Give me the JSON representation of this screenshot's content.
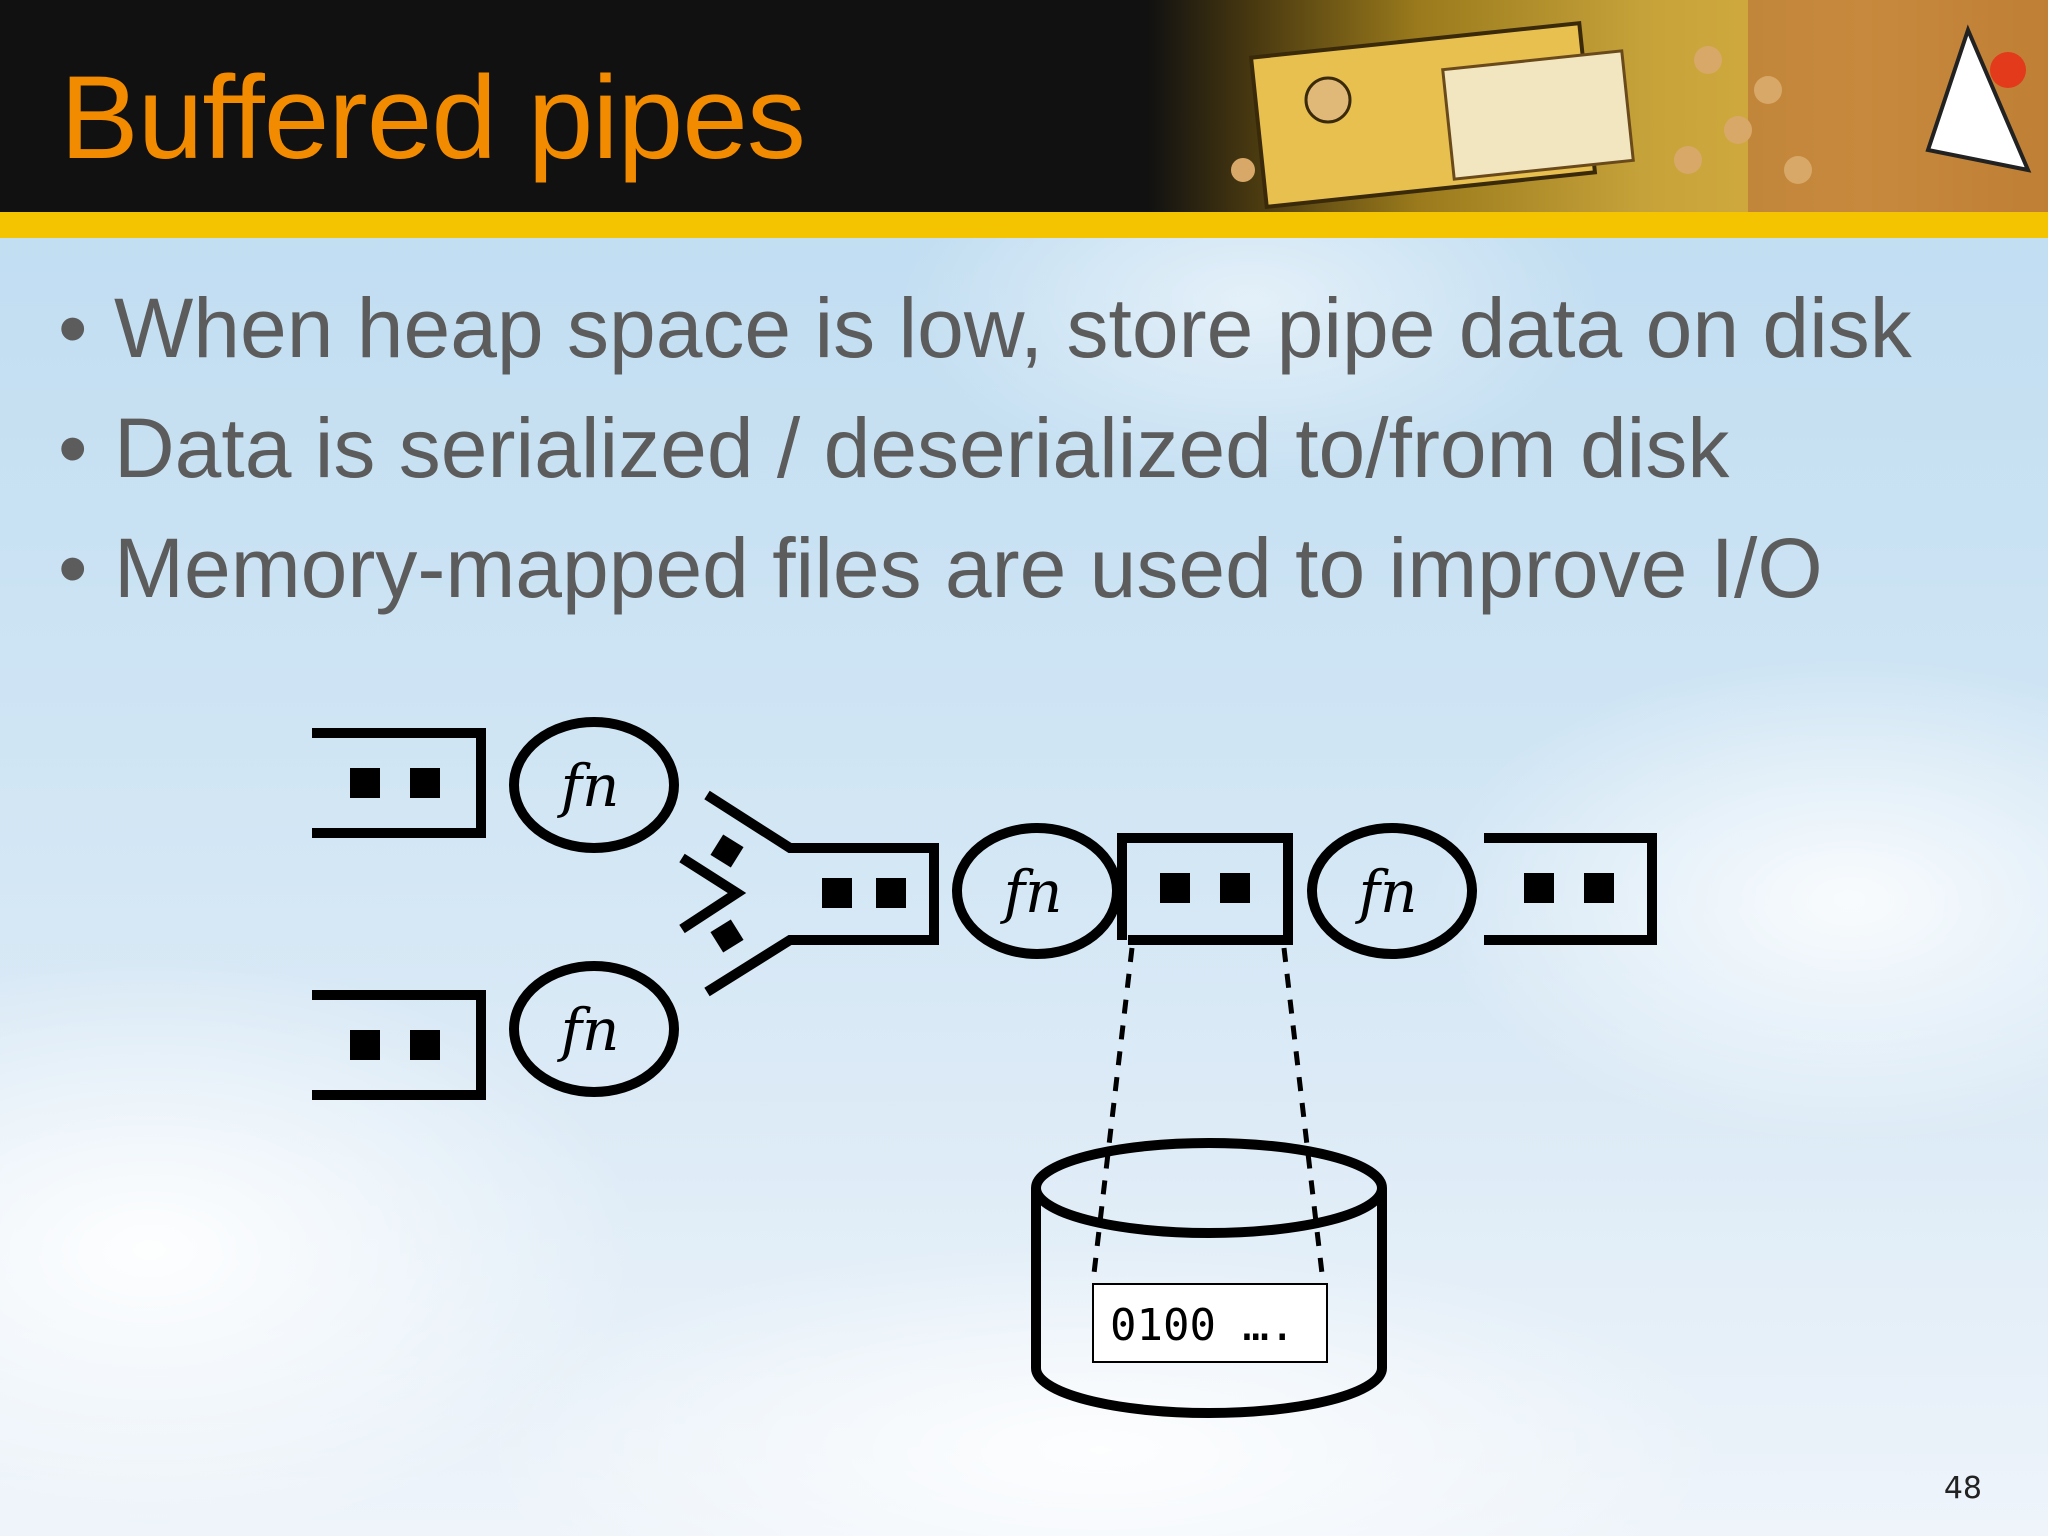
{
  "slide": {
    "title": "Buffered pipes",
    "page_number": "48"
  },
  "bullets": [
    "When heap space is low, store pipe data on disk",
    "Data is serialized / deserialized to/from disk",
    "Memory-mapped files are used to improve I/O"
  ],
  "diagram": {
    "function_label": "fn",
    "disk_contents": "0100 …."
  },
  "colors": {
    "header_bg": "#111111",
    "header_stripe": "#f4c400",
    "title": "#f28b00",
    "bullet_text": "#5c5c5c"
  }
}
